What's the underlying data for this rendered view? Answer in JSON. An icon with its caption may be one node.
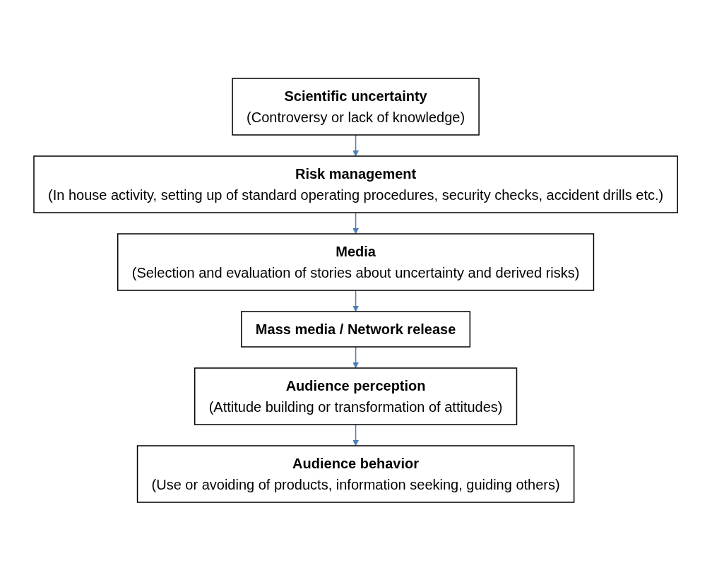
{
  "diagram": {
    "nodes": [
      {
        "text": [
          "Scientific uncertainty",
          "(Controversy or lack of knowledge)"
        ]
      },
      {
        "text": [
          "Risk management",
          "(In house activity, setting up of standard operating procedures, security checks, accident drills etc.)"
        ]
      },
      {
        "text": [
          "Media",
          "(Selection and evaluation of stories about uncertainty and derived risks)"
        ]
      },
      {
        "text": [
          "Mass media / Network release"
        ]
      },
      {
        "text": [
          "Audience perception",
          "(Attitude building or transformation of attitudes)"
        ]
      },
      {
        "text": [
          "Audience behavior",
          "(Use or avoiding of products, information seeking, guiding others)"
        ]
      }
    ],
    "edges": [
      {
        "from": 0,
        "to": 1,
        "arrow": "to"
      },
      {
        "from": 1,
        "to": 2,
        "arrow": "to"
      },
      {
        "from": 2,
        "to": 3,
        "arrow": "to"
      },
      {
        "from": 3,
        "to": 4,
        "arrow": "to"
      },
      {
        "from": 4,
        "to": 5,
        "arrow": "to"
      }
    ]
  }
}
